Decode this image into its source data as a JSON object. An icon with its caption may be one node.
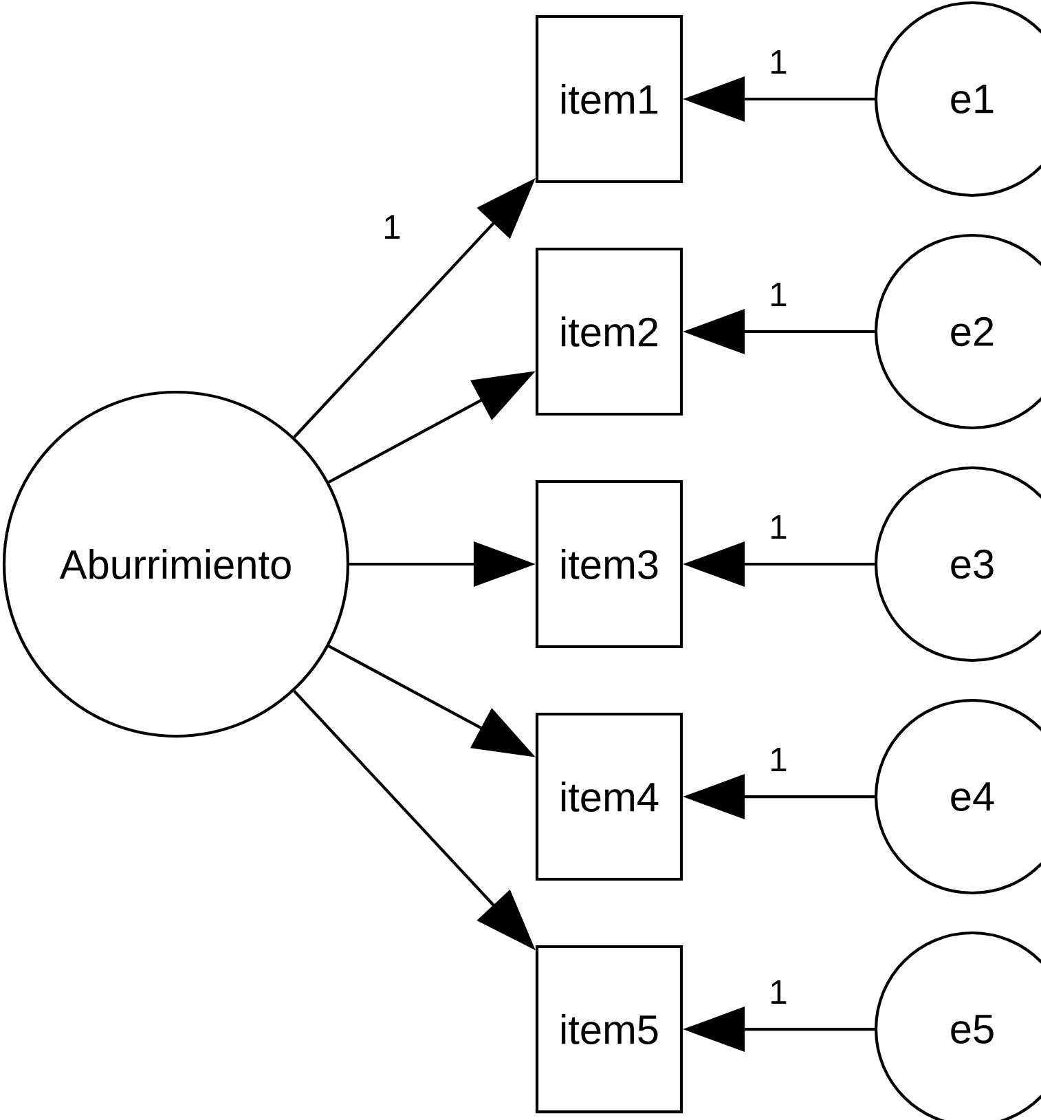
{
  "diagram": {
    "nodes": [
      {
        "text": [
          "Aburrimiento"
        ]
      },
      {
        "text": [
          "item1"
        ]
      },
      {
        "text": [
          "item2"
        ]
      },
      {
        "text": [
          "item3"
        ]
      },
      {
        "text": [
          "item4"
        ]
      },
      {
        "text": [
          "item5"
        ]
      },
      {
        "text": [
          "e1"
        ]
      },
      {
        "text": [
          "e2"
        ]
      },
      {
        "text": [
          "e3"
        ]
      },
      {
        "text": [
          "e4"
        ]
      },
      {
        "text": [
          "e5"
        ]
      }
    ],
    "edges": [
      {
        "from": 0,
        "to": 1,
        "arrow": "to",
        "label": "1"
      },
      {
        "from": 0,
        "to": 2,
        "arrow": "to"
      },
      {
        "from": 0,
        "to": 3,
        "arrow": "to"
      },
      {
        "from": 0,
        "to": 4,
        "arrow": "to"
      },
      {
        "from": 0,
        "to": 5,
        "arrow": "to"
      },
      {
        "from": 6,
        "to": 1,
        "arrow": "to",
        "label": "1"
      },
      {
        "from": 7,
        "to": 2,
        "arrow": "to",
        "label": "1"
      },
      {
        "from": 8,
        "to": 3,
        "arrow": "to",
        "label": "1"
      },
      {
        "from": 9,
        "to": 4,
        "arrow": "to",
        "label": "1"
      },
      {
        "from": 10,
        "to": 5,
        "arrow": "to",
        "label": "1"
      }
    ]
  }
}
